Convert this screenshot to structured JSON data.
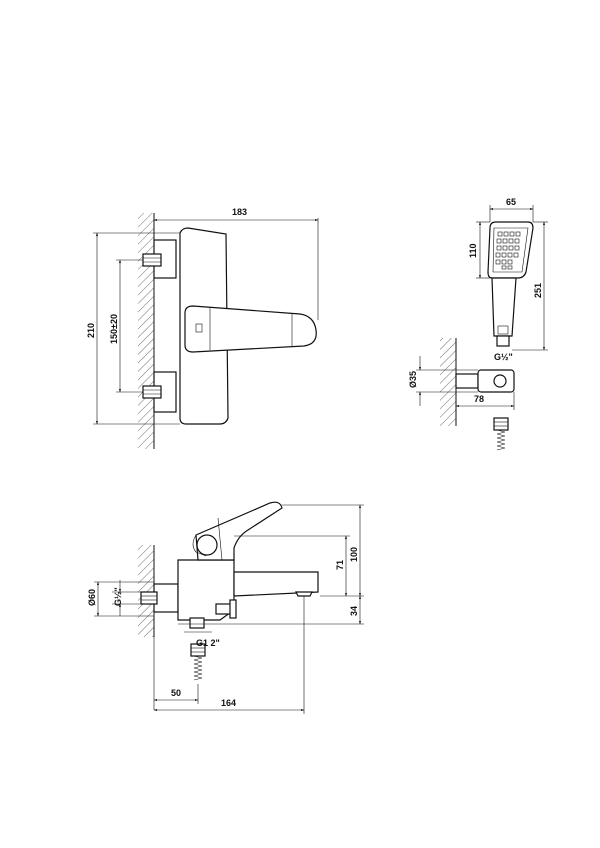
{
  "front_view": {
    "width_183": "183",
    "height_210": "210",
    "spacing_150": "150±20"
  },
  "hand_shower": {
    "width_65": "65",
    "head_110": "110",
    "length_251": "251",
    "thread": "G½\"",
    "diameter_35": "Ø35",
    "depth_78": "78"
  },
  "side_view": {
    "height_100": "100",
    "height_71": "71",
    "height_34": "34",
    "diameter_60": "Ø60",
    "thread_left": "G½\"",
    "thread_bottom": "G1 2\"",
    "offset_50": "50",
    "length_164": "164"
  }
}
